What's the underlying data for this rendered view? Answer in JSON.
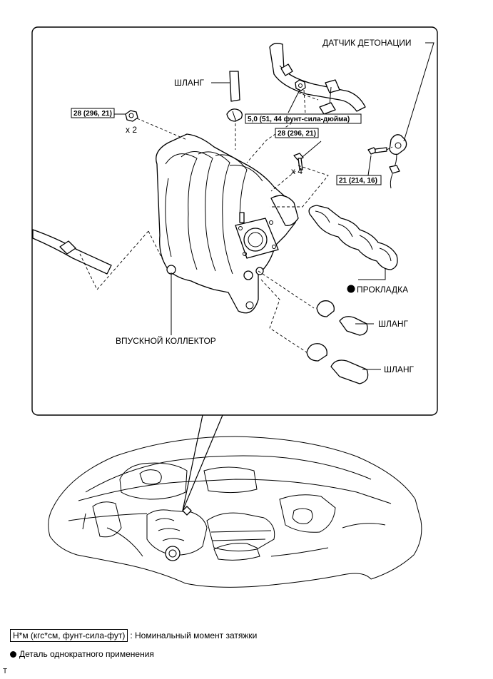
{
  "labels": {
    "knock_sensor": "ДАТЧИК ДЕТОНАЦИИ",
    "hose_top": "ШЛАНГ",
    "hose_mid": "ШЛАНГ",
    "hose_bottom": "ШЛАНГ",
    "gasket": "ПРОКЛАДКА",
    "intake_manifold": "ВПУСКНОЙ КОЛЛЕКТОР"
  },
  "torques": {
    "nut": "28 (296, 21)",
    "hose_bracket_bolt": "5,0 (51, 44 фунт-сила-дюйма)",
    "manifold_bolt": "28 (296, 21)",
    "knock_sensor_bolt": "21 (214, 16)"
  },
  "quantities": {
    "nut": "x 2",
    "bolt": "x 4"
  },
  "legend": {
    "torque_unit": "Н*м (кгс*см, фунт-сила-фут)",
    "torque_desc": ": Номинальный момент затяжки",
    "non_reusable": "Деталь однократного применения"
  },
  "footer": {
    "corner_mark": "T"
  }
}
